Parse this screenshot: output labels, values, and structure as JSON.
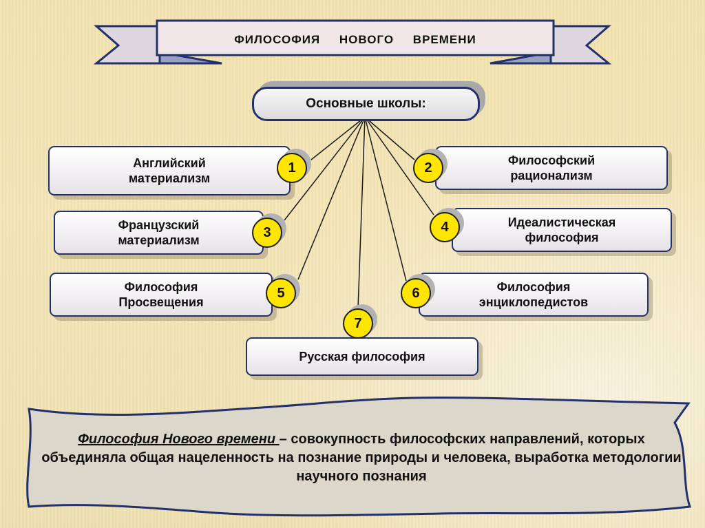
{
  "title": "ФИЛОСОФИЯ    НОВОГО    ВРЕМЕНИ",
  "main_node": "Основные школы:",
  "schools": [
    {
      "num": "1",
      "label": "Английский\nматериализм"
    },
    {
      "num": "2",
      "label": "Философский\nрационализм"
    },
    {
      "num": "3",
      "label": "Французский\nматериализм"
    },
    {
      "num": "4",
      "label": "Идеалистическая\nфилософия"
    },
    {
      "num": "5",
      "label": "Философия\nПросвещения"
    },
    {
      "num": "6",
      "label": "Философия\nэнциклопедистов"
    },
    {
      "num": "7",
      "label": "Русская философия"
    }
  ],
  "definition": {
    "term": "Философия  Нового времени ",
    "text": "– совокупность философских направлений,  которых объединяла общая нацеленность на познание природы и человека, выработка методологии научного познания"
  },
  "colors": {
    "border": "#23306a",
    "badge": "#ffe600",
    "ribbon_fill": "#f2e7e8",
    "scroll_fill": "#dcd7cb"
  }
}
